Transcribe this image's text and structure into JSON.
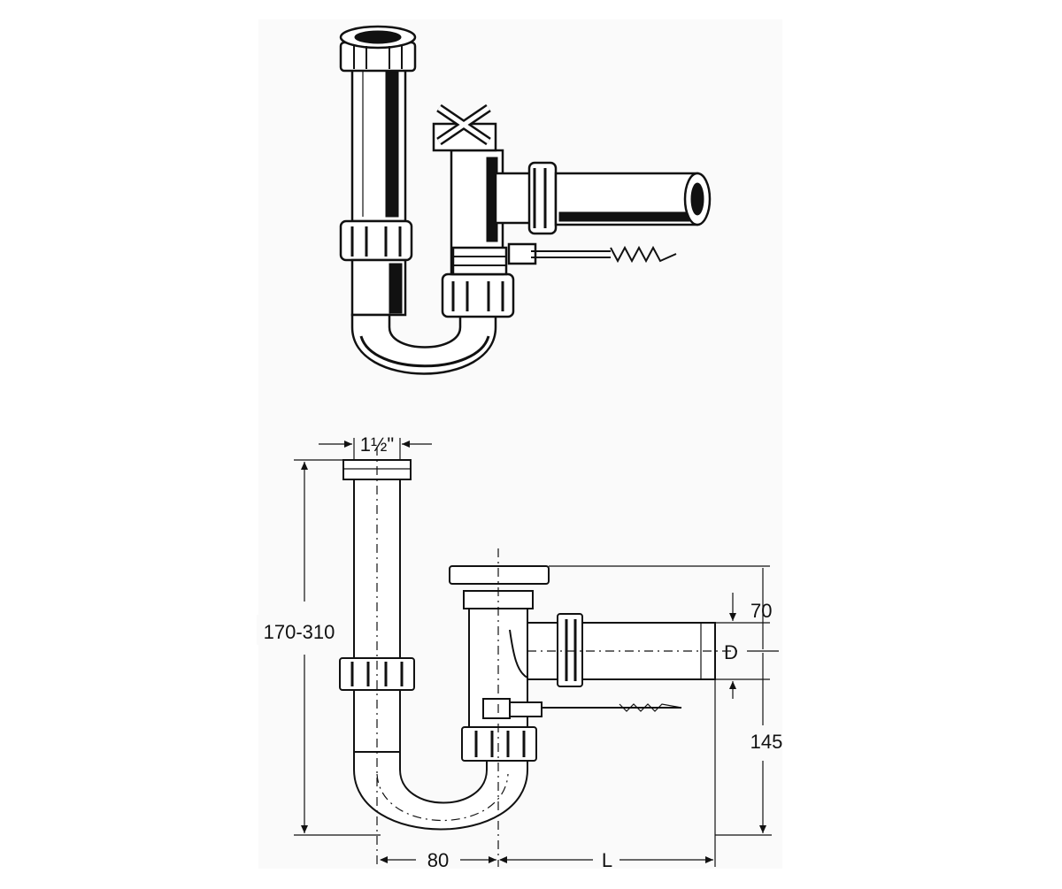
{
  "figure": {
    "title": "",
    "background": "#ffffff",
    "panel_background": "#fafafa",
    "line_color": "#111111"
  },
  "drawing": {
    "components": [
      {
        "id": "top-view",
        "kind": "isometric drawing of bottle-type siphon trap with appliance valve"
      },
      {
        "id": "side-view",
        "kind": "dimensioned elevation drawing"
      }
    ]
  },
  "dimensions": {
    "inlet_size": "1½\"",
    "height_range": "170-310",
    "outlet_spacing": "70",
    "outlet_diameter": "D",
    "bottom_height": "145",
    "trap_width": "80",
    "outlet_length": "L"
  }
}
